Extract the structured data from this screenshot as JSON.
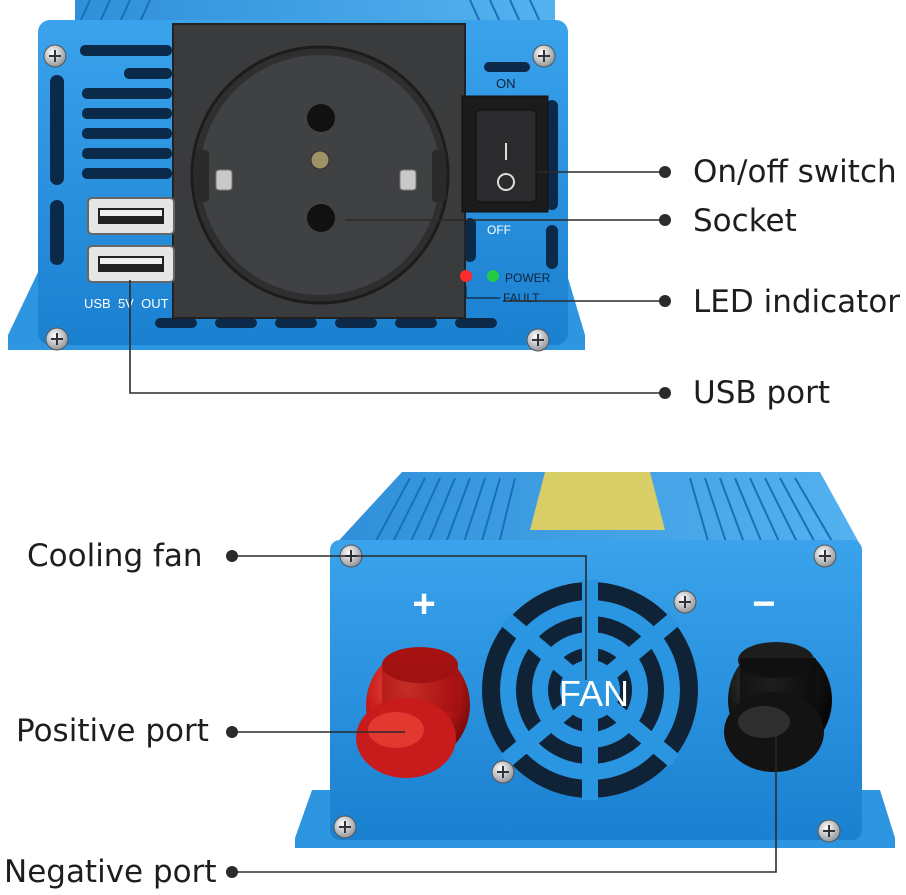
{
  "top_panel": {
    "switch_on_text": "ON",
    "switch_off_text": "OFF",
    "power_led_text": "POWER",
    "fault_led_text": "FAULT",
    "usb_text": "USB  5V  OUT"
  },
  "bottom_panel": {
    "plus_sign": "+",
    "minus_sign": "−",
    "fan_text": "FAN"
  },
  "callouts": {
    "onoff_switch": "On/off switch",
    "socket": "Socket",
    "led_indicator": "LED indicator",
    "usb_port": "USB port",
    "cooling_fan": "Cooling fan",
    "positive_port": "Positive port",
    "negative_port": "Negative port"
  },
  "colors": {
    "body_blue": "#1e8fe0",
    "body_blue_dark": "#0f5fa8",
    "socket_gray": "#3c3d3f",
    "positive_red": "#c01818",
    "negative_black": "#111111",
    "led_red": "#ff2a2a",
    "led_green": "#22cc44",
    "text": "#1e1e1e"
  }
}
